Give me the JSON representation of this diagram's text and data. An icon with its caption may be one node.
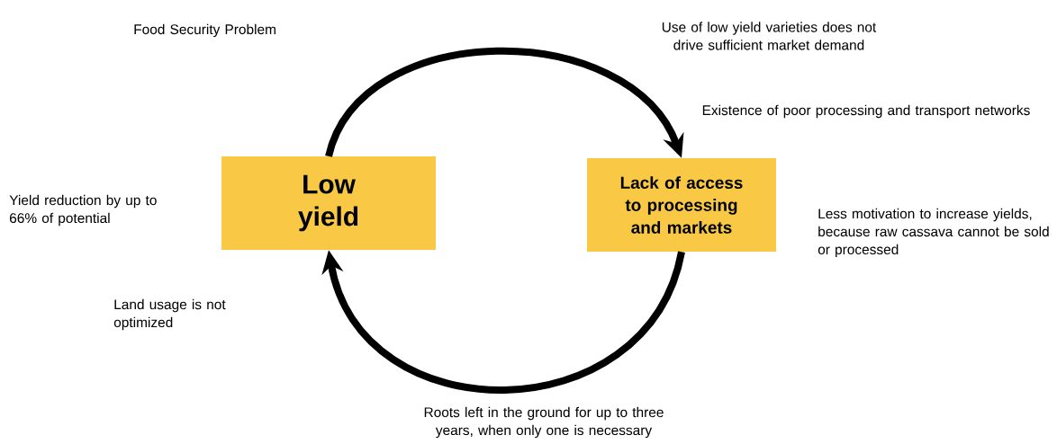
{
  "diagram": {
    "nodes": [
      {
        "text": [
          "Low yield"
        ]
      },
      {
        "text": [
          "Lack of access to processing and markets"
        ]
      }
    ],
    "edges": [
      {
        "from": 0,
        "to": 1,
        "arrow": "to"
      },
      {
        "from": 1,
        "to": 0,
        "arrow": "to"
      }
    ],
    "labels": [
      "Food Security Problem",
      "Use of low yield varieties does not drive sufficient market demand",
      "Existence of poor processing and transport networks",
      "Yield reduction by up to 66% of potential",
      "Less motivation to increase yields, because raw cassava cannot be sold or processed",
      "Land usage is not optimized",
      "Roots left in the ground for up to three years, when only one is necessary"
    ]
  }
}
